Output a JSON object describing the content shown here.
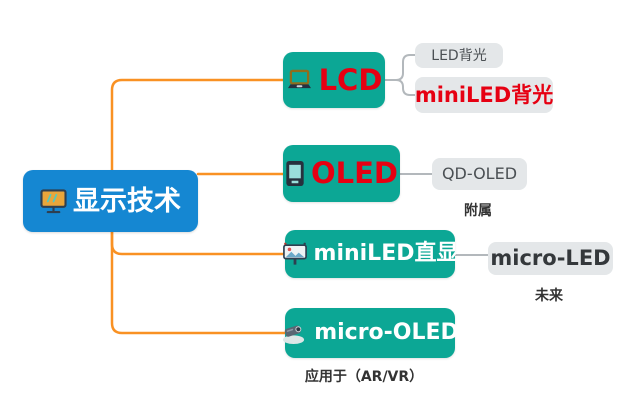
{
  "colors": {
    "root_bg": "#1587d2",
    "branch_bg": "#0ca795",
    "child_bg": "#e4e7e9",
    "orange_connector": "#f99123",
    "gray_connector": "#b3b8bc",
    "red_text": "#e60012",
    "white_text": "#ffffff",
    "gray_text": "#4b5054",
    "dark_text": "#34383b",
    "note_text": "#333333"
  },
  "mindmap": {
    "root": {
      "label": "显示技术",
      "icon": "monitor-icon"
    },
    "branches": [
      {
        "label": "LCD",
        "icon": "laptop-icon",
        "children": [
          {
            "label": "LED背光",
            "emphasis": "normal"
          },
          {
            "label": "miniLED背光",
            "emphasis": "red-bold"
          }
        ]
      },
      {
        "label": "OLED",
        "icon": "tablet-icon",
        "children": [
          {
            "label": "QD-OLED",
            "emphasis": "normal",
            "note": "附属"
          }
        ]
      },
      {
        "label": "miniLED直显",
        "icon": "billboard-icon",
        "children": [
          {
            "label": "micro-LED",
            "emphasis": "dark-bold",
            "note": "未来"
          }
        ]
      },
      {
        "label": "micro-OLED",
        "icon": "projector-icon",
        "children": [],
        "note": "应用于（AR/VR）"
      }
    ]
  }
}
